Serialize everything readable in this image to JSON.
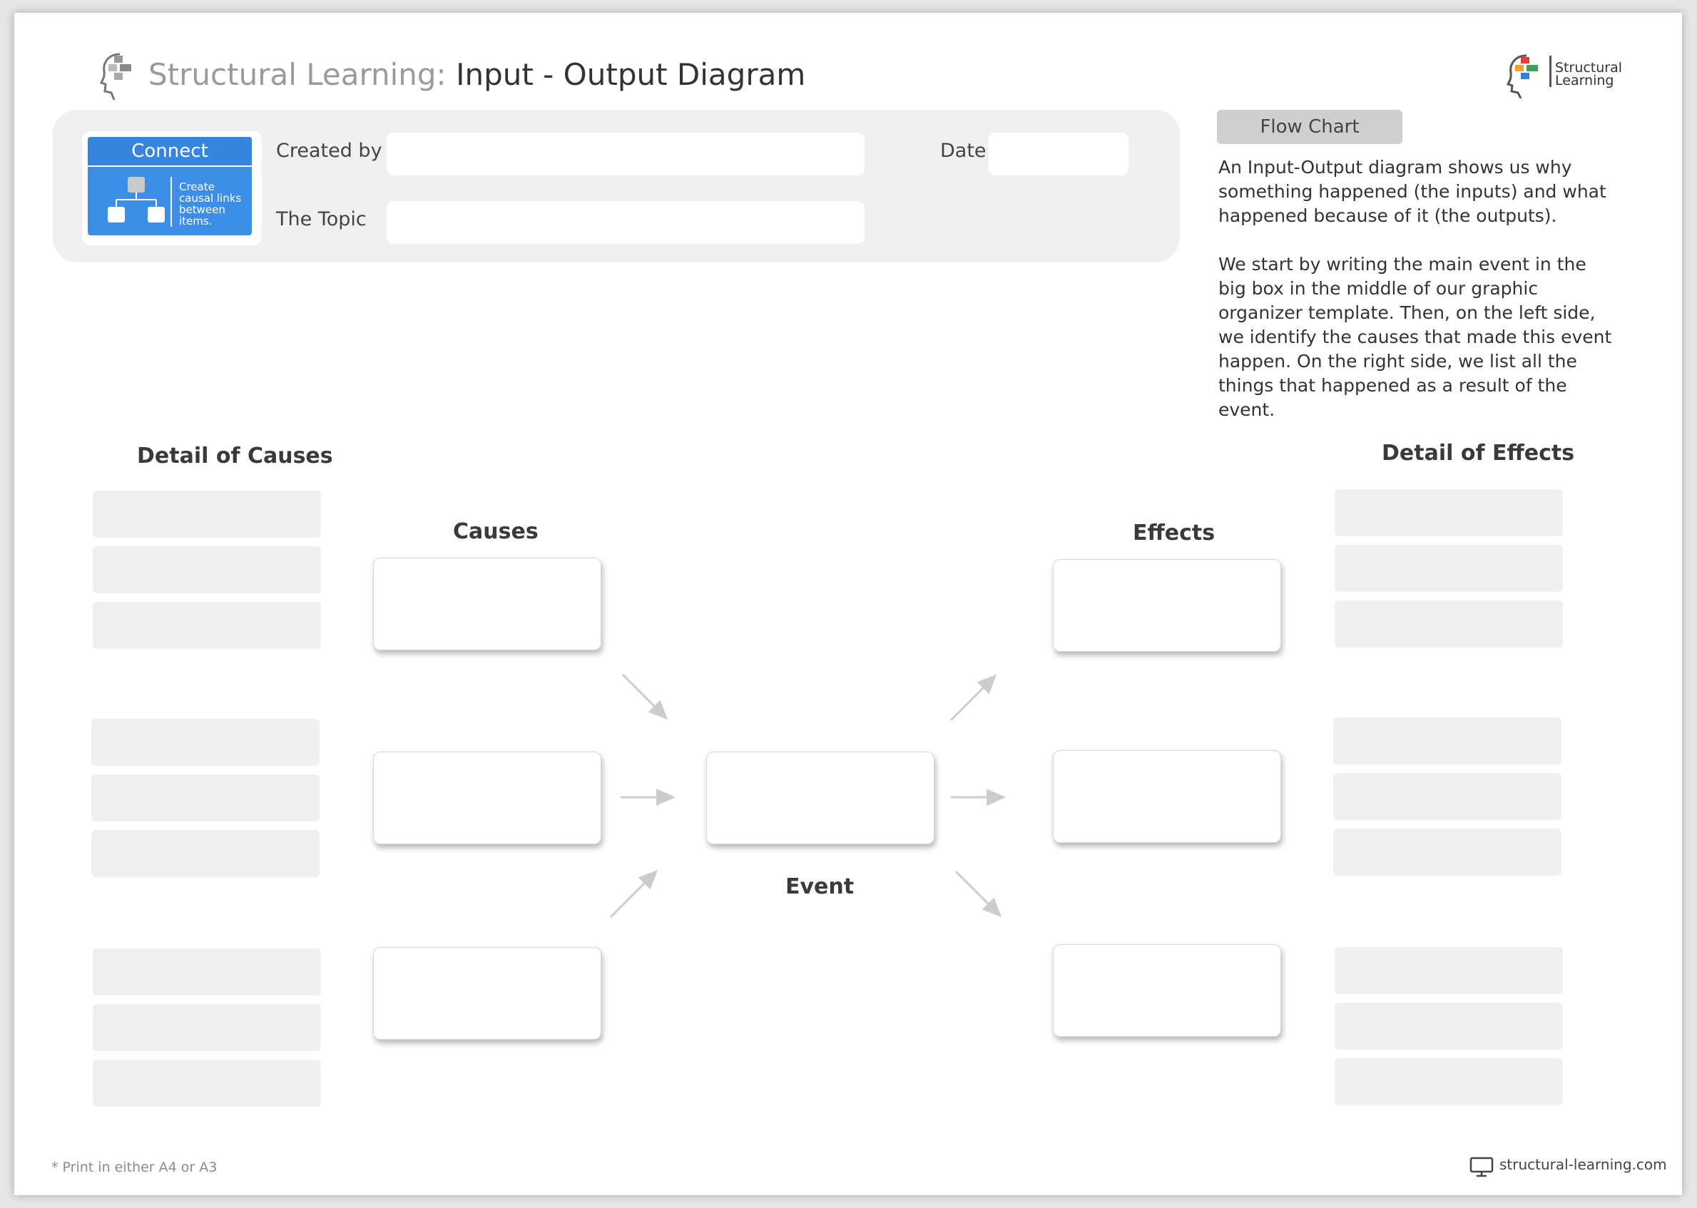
{
  "header": {
    "brand": "Structural Learning:",
    "title": "Input - Output Diagram",
    "logo_line1": "Structural",
    "logo_line2": "Learning"
  },
  "connect": {
    "title": "Connect",
    "description": "Create causal links between items."
  },
  "form": {
    "created_by_label": "Created by",
    "topic_label": "The Topic",
    "date_label": "Date"
  },
  "sidebar": {
    "chip": "Flow Chart",
    "paragraphs": [
      "An Input-Output diagram shows us why something happened (the inputs) and what happened because of it (the outputs).",
      "We start by writing the main event in the big box in the middle of our graphic organizer template. Then, on the left side, we identify the causes that made this event happen. On the right side, we list all the things that happened as a result of the event."
    ]
  },
  "diagram": {
    "detail_causes_label": "Detail of Causes",
    "detail_effects_label": "Detail of Effects",
    "causes_label": "Causes",
    "effects_label": "Effects",
    "event_label": "Event"
  },
  "footer": {
    "note": "* Print in either A4 or A3",
    "url": "structural-learning.com"
  },
  "colors": {
    "connect_blue": "#3d8ee8",
    "panel_grey": "#f0f0f0",
    "chip_grey": "#cfcfcf",
    "arrow_grey": "#cccccc"
  },
  "icons": {
    "head_logo": "head-puzzle-icon",
    "hierarchy": "hierarchy-icon",
    "monitor": "monitor-icon",
    "arrow": "arrow-icon"
  }
}
